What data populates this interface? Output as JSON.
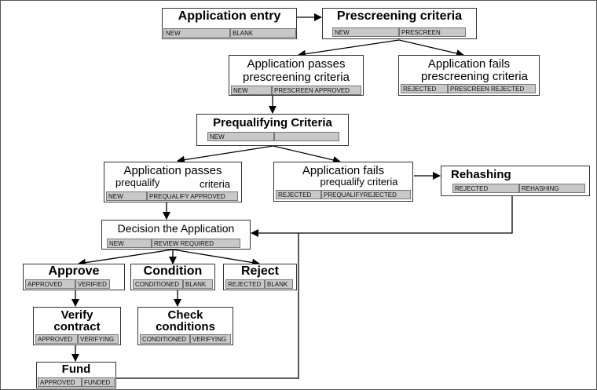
{
  "nodes": {
    "application_entry": {
      "title": "Application entry",
      "status": "NEW",
      "reason": "BLANK"
    },
    "prescreening_criteria": {
      "title": "Prescreening criteria",
      "status": "NEW",
      "reason": "PRESCREEN"
    },
    "passes_prescreening": {
      "title_line1": "Application passes",
      "title_line2": "prescreening criteria",
      "status": "NEW",
      "reason": "PRESCREEN APPROVED"
    },
    "fails_prescreening": {
      "title_line1": "Application fails",
      "title_line2": "prescreening criteria",
      "status": "REJECTED",
      "reason": "PRESCREEN REJECTED"
    },
    "prequalifying_criteria": {
      "title": "Prequalifying Criteria",
      "status": "NEW",
      "reason": ""
    },
    "passes_prequalify": {
      "title_line1": "Application passes",
      "title_line2a": "prequalify",
      "title_line2b": "criteria",
      "status": "NEW",
      "reason": "PREQUALIFY  APPROVED"
    },
    "fails_prequalify": {
      "title_line1": "Application fails",
      "title_line2": "prequalify criteria",
      "status": "REJECTED",
      "reason": "PREQUALIFYREJECTED"
    },
    "rehashing": {
      "title": "Rehashing",
      "status": "REJECTED",
      "reason": "REHASHING"
    },
    "decision": {
      "title": "Decision the Application",
      "status": "NEW",
      "reason": "REVIEW REQUIRED"
    },
    "approve": {
      "title": "Approve",
      "status": "APPROVED",
      "reason": "VERIFIED"
    },
    "condition": {
      "title": "Condition",
      "status": "CONDITIONED",
      "reason": "BLANK"
    },
    "reject": {
      "title": "Reject",
      "status": "REJECTED",
      "reason": "BLANK"
    },
    "verify_contract": {
      "title_line1": "Verify",
      "title_line2": "contract",
      "status": "APPROVED",
      "reason": "VERIFYING"
    },
    "check_conditions": {
      "title_line1": "Check",
      "title_line2": "conditions",
      "status": "CONDITIONED",
      "reason": "VERIFYING"
    },
    "fund": {
      "title": "Fund",
      "status": "APPROVED",
      "reason": "FUNDED"
    }
  }
}
